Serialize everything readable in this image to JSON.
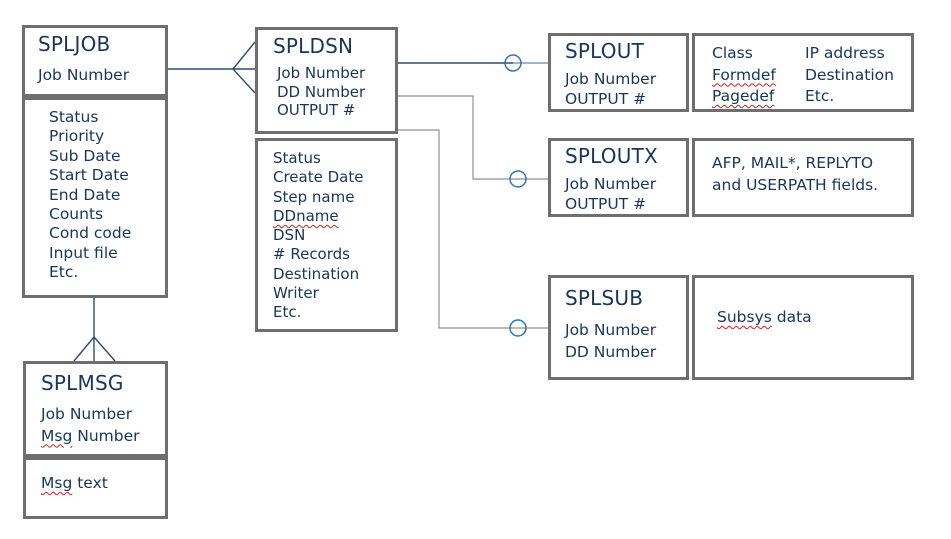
{
  "colors": {
    "box_border_gray": "#6e6e6e",
    "text_navy": "#17365d",
    "connector_navy": "#2b4d71",
    "connector_gray": "#919191",
    "connector_steel": "#7d9cc6",
    "relation_circle_blue": "#2e75b6",
    "spellcheck_red": "#cc2222"
  },
  "entities": {
    "spljob": {
      "title": "SPLJOB",
      "key": "Job Number",
      "attrs": [
        "Status",
        "Priority",
        "Sub Date",
        "Start Date",
        "End Date",
        "Counts",
        "Cond code",
        "Input file",
        "Etc."
      ]
    },
    "spldsn": {
      "title": "SPLDSN",
      "keys": [
        "Job Number",
        "DD Number",
        "OUTPUT #"
      ],
      "attrs": [
        "Status",
        "Create Date",
        "Step name",
        "DDname",
        "DSN",
        "# Records",
        "Destination",
        "Writer",
        "Etc."
      ]
    },
    "splout": {
      "title": "SPLOUT",
      "keys": [
        "Job Number",
        "OUTPUT #"
      ],
      "panel_col1": [
        "Class",
        "Formdef",
        "Pagedef"
      ],
      "panel_col2": [
        "IP address",
        "Destination",
        "Etc."
      ]
    },
    "sploutx": {
      "title": "SPLOUTX",
      "keys": [
        "Job Number",
        "OUTPUT #"
      ],
      "panel_text": "AFP, MAIL*, REPLYTO and USERPATH fields."
    },
    "splsub": {
      "title": "SPLSUB",
      "keys": [
        "Job Number",
        "DD Number"
      ],
      "panel_word": "Subsys",
      "panel_rest": " data"
    },
    "splmsg": {
      "title": "SPLMSG",
      "key1": "Job Number",
      "key2_word": "Msg",
      "key2_rest": " Number",
      "text_word": "Msg",
      "text_rest": " text"
    }
  }
}
